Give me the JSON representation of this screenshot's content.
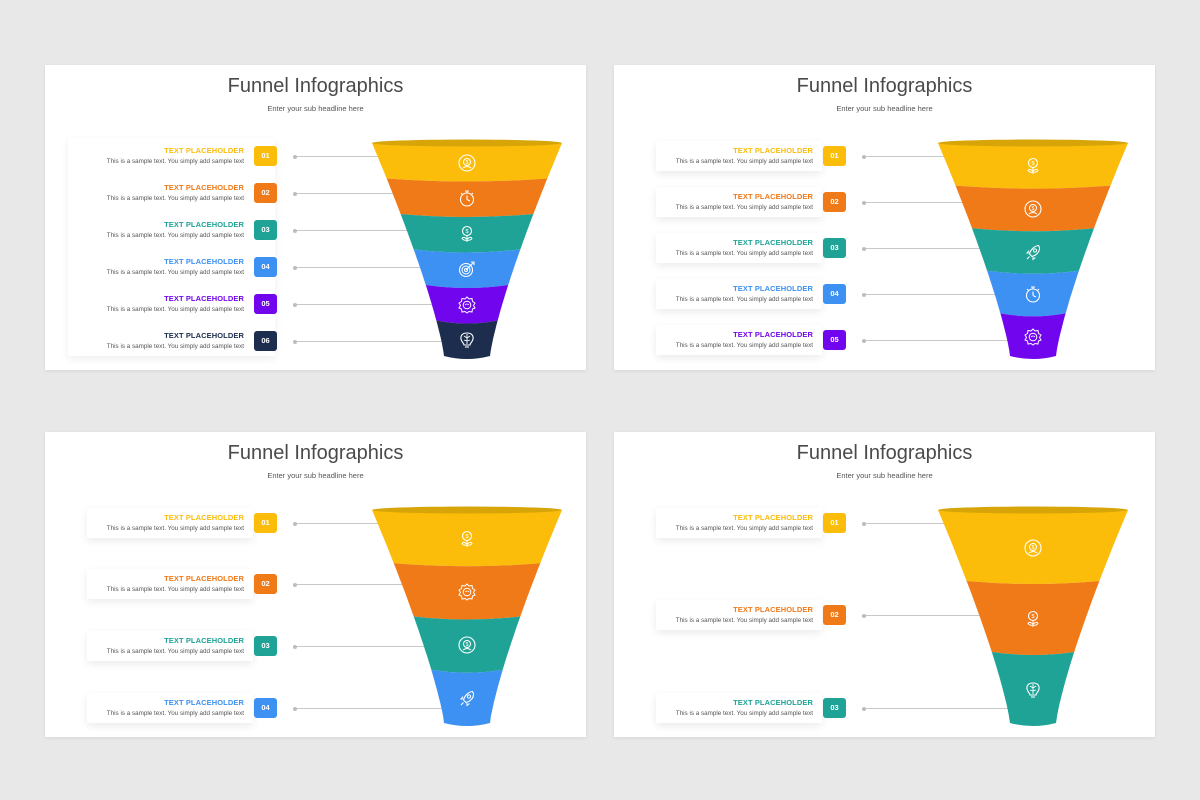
{
  "slides": [
    {
      "title": "Funnel Infographics",
      "subtitle": "Enter your sub headline here",
      "items": [
        {
          "num": "01",
          "heading": "TEXT PLACEHOLDER",
          "text": "This is a sample text. You simply add sample text",
          "color": "#fbbd0a",
          "icon": "money-target-icon"
        },
        {
          "num": "02",
          "heading": "TEXT PLACEHOLDER",
          "text": "This is a sample text. You simply add sample text",
          "color": "#f07a18",
          "icon": "stopwatch-icon"
        },
        {
          "num": "03",
          "heading": "TEXT PLACEHOLDER",
          "text": "This is a sample text. You simply add sample text",
          "color": "#1fa397",
          "icon": "money-plant-icon"
        },
        {
          "num": "04",
          "heading": "TEXT PLACEHOLDER",
          "text": "This is a sample text. You simply add sample text",
          "color": "#3d91f2",
          "icon": "target-icon"
        },
        {
          "num": "05",
          "heading": "TEXT PLACEHOLDER",
          "text": "This is a sample text. You simply add sample text",
          "color": "#7105ee",
          "icon": "gear-brain-icon"
        },
        {
          "num": "06",
          "heading": "TEXT PLACEHOLDER",
          "text": "This is a sample text. You simply add sample text",
          "color": "#1c2d4e",
          "icon": "brain-bulb-icon"
        }
      ]
    },
    {
      "title": "Funnel Infographics",
      "subtitle": "Enter your sub headline here",
      "items": [
        {
          "num": "01",
          "heading": "TEXT PLACEHOLDER",
          "text": "This is a sample text. You simply add sample text",
          "color": "#fbbd0a",
          "icon": "money-plant-icon"
        },
        {
          "num": "02",
          "heading": "TEXT PLACEHOLDER",
          "text": "This is a sample text. You simply add sample text",
          "color": "#f07a18",
          "icon": "money-target-icon"
        },
        {
          "num": "03",
          "heading": "TEXT PLACEHOLDER",
          "text": "This is a sample text. You simply add sample text",
          "color": "#1fa397",
          "icon": "rocket-icon"
        },
        {
          "num": "04",
          "heading": "TEXT PLACEHOLDER",
          "text": "This is a sample text. You simply add sample text",
          "color": "#3d91f2",
          "icon": "stopwatch-icon"
        },
        {
          "num": "05",
          "heading": "TEXT PLACEHOLDER",
          "text": "This is a sample text. You simply add sample text",
          "color": "#7105ee",
          "icon": "gear-brain-icon"
        }
      ]
    },
    {
      "title": "Funnel Infographics",
      "subtitle": "Enter your sub headline here",
      "items": [
        {
          "num": "01",
          "heading": "TEXT PLACEHOLDER",
          "text": "This is a sample text. You simply add sample text",
          "color": "#fbbd0a",
          "icon": "money-plant-icon"
        },
        {
          "num": "02",
          "heading": "TEXT PLACEHOLDER",
          "text": "This is a sample text. You simply add sample text",
          "color": "#f07a18",
          "icon": "gear-brain-icon"
        },
        {
          "num": "03",
          "heading": "TEXT PLACEHOLDER",
          "text": "This is a sample text. You simply add sample text",
          "color": "#1fa397",
          "icon": "money-target-icon"
        },
        {
          "num": "04",
          "heading": "TEXT PLACEHOLDER",
          "text": "This is a sample text. You simply add sample text",
          "color": "#3d91f2",
          "icon": "rocket-icon"
        }
      ]
    },
    {
      "title": "Funnel Infographics",
      "subtitle": "Enter your sub headline here",
      "items": [
        {
          "num": "01",
          "heading": "TEXT PLACEHOLDER",
          "text": "This is a sample text. You simply add sample text",
          "color": "#fbbd0a",
          "icon": "money-target-icon"
        },
        {
          "num": "02",
          "heading": "TEXT PLACEHOLDER",
          "text": "This is a sample text. You simply add sample text",
          "color": "#f07a18",
          "icon": "money-plant-icon"
        },
        {
          "num": "03",
          "heading": "TEXT PLACEHOLDER",
          "text": "This is a sample text. You simply add sample text",
          "color": "#1fa397",
          "icon": "brain-bulb-icon"
        }
      ]
    }
  ],
  "colors": {
    "background": "#e9e8e9",
    "rim": "#d8a508",
    "text": "#4a4a4a",
    "connector": "#c8c8c8"
  }
}
